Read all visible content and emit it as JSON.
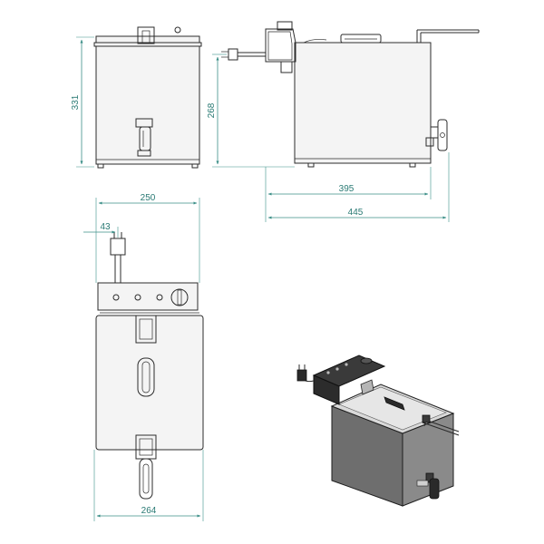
{
  "views": {
    "front": {
      "height_label": "331"
    },
    "side": {
      "height_label": "268",
      "body_depth_label": "395",
      "total_depth_label": "445"
    },
    "top": {
      "width_label": "250",
      "cable_offset_label": "43",
      "bottom_width_label": "264"
    }
  },
  "colors": {
    "dimension": "#3c8f88",
    "line": "#2b2b2b",
    "body_dark": "#3a3a3a",
    "body_mid": "#6e6e6e",
    "lid_light": "#d9d9d9"
  }
}
